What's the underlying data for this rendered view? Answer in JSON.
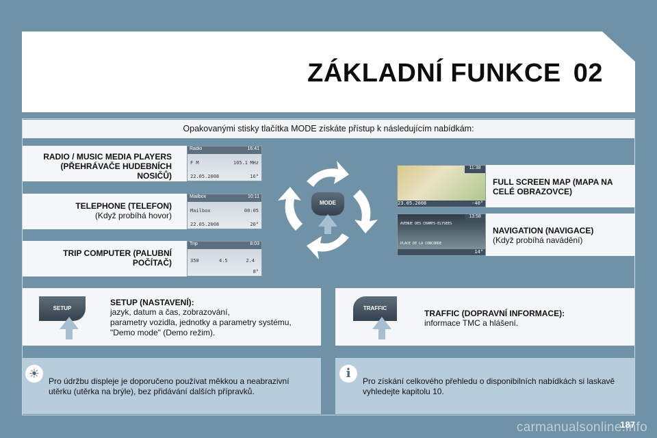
{
  "header": {
    "title": "ZÁKLADNÍ FUNKCE",
    "chapter": "02"
  },
  "intro": "Opakovanými stisky tlačítka MODE získáte přístup k následujícím nabídkám:",
  "mode_key": "MODE",
  "menus_left": [
    {
      "title": "RADIO / MUSIC MEDIA PLAYERS",
      "title2": "(PŘEHRÁVAČE HUDEBNÍCH",
      "title3": "NOSIČŮ)",
      "screen": {
        "top_left": "Radio",
        "time": "16:41",
        "line1": "F M",
        "value": "105.1",
        "unit": "MHz",
        "foot": "22.05.2008",
        "temp": "16°"
      }
    },
    {
      "title": "TELEPHONE (TELEFON)",
      "sub": "(Když probíhá hovor)",
      "screen": {
        "top_left": "Mailbox",
        "time": "10:11",
        "line1": "Mailbox",
        "value": "00:05",
        "foot": "22.05.2008",
        "temp": "20°"
      }
    },
    {
      "title": "TRIP COMPUTER (PALUBNÍ",
      "title2": "POČÍTAČ)",
      "screen": {
        "top_left": "Trip",
        "time": "8:03",
        "line1": "350",
        "value": "4.5",
        "extra": "2.4",
        "temp": "8°"
      }
    }
  ],
  "menus_right": [
    {
      "title": "FULL SCREEN MAP (MAPA NA",
      "title2": "CELÉ OBRAZOVCE)",
      "screen": {
        "time": "11:38",
        "foot": "23.05.2008",
        "temp": "-40°"
      }
    },
    {
      "title": "NAVIGATION (NAVIGACE)",
      "sub": "(Když probíhá navádění)",
      "screen": {
        "time": "13:58",
        "street": "AVENUE DES CHAMPS-ELYSEES",
        "street2": "PLACE DE LA CONCORDE",
        "temp": "14°"
      }
    }
  ],
  "setup": {
    "key": "SETUP",
    "title": "SETUP (NASTAVENÍ):",
    "line1": "jazyk, datum a čas, zobrazování,",
    "line2": "parametry vozidla, jednotky a parametry systému,",
    "line3": "\"Demo mode\" (Demo režim)."
  },
  "traffic": {
    "key": "TRAFFIC",
    "title": "TRAFFIC (DOPRAVNÍ INFORMACE):",
    "line1": "informace TMC a hlášení."
  },
  "note_left": {
    "line1": "Pro údržbu displeje je doporučeno používat měkkou a neabrazivní",
    "line2": "utěrku (utěrka na brýle), bez přidávání dalších přípravků."
  },
  "note_right": {
    "line1": "Pro získání celkového přehledu o disponibilních nabídkách si laskavě",
    "line2": "vyhledejte kapitolu 10."
  },
  "page_number": "187",
  "watermark": "carmanualsonline.info",
  "icons": {
    "note_left": "sun-care-icon",
    "note_right": "info-icon"
  },
  "colors": {
    "background": "#6f92a6",
    "card": "#f4f6f8",
    "note": "#b7cddb",
    "arrow": "#ffffff"
  }
}
